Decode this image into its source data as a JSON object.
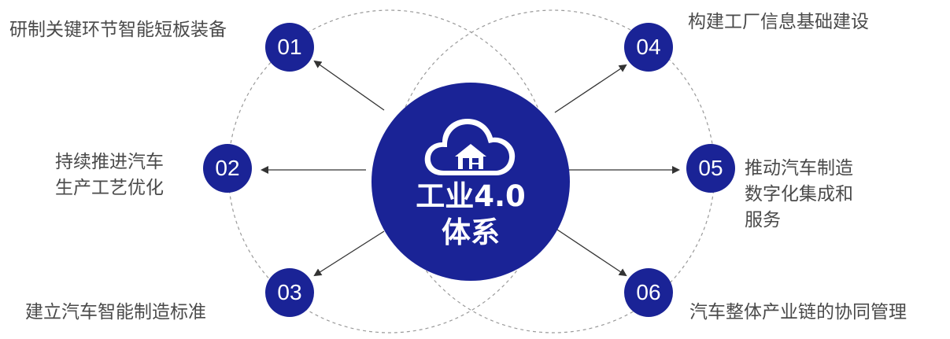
{
  "center": {
    "title_line1": "工业4.0",
    "title_line2": "体系",
    "icon": "cloud-factory-icon"
  },
  "items": [
    {
      "num": "01",
      "label": "研制关键环节智能短板装备"
    },
    {
      "num": "02",
      "label_lines": [
        "持续推进汽车",
        "生产工艺优化"
      ]
    },
    {
      "num": "03",
      "label": "建立汽车智能制造标准"
    },
    {
      "num": "04",
      "label": "构建工厂信息基础建设"
    },
    {
      "num": "05",
      "label_lines": [
        "推动汽车制造",
        "数字化集成和",
        "服务"
      ]
    },
    {
      "num": "06",
      "label": "汽车整体产业链的协同管理"
    }
  ],
  "colors": {
    "primary": "#1a2396",
    "text": "#4a4a4a",
    "ring": "#9a9a9a",
    "arrow": "#333333"
  }
}
